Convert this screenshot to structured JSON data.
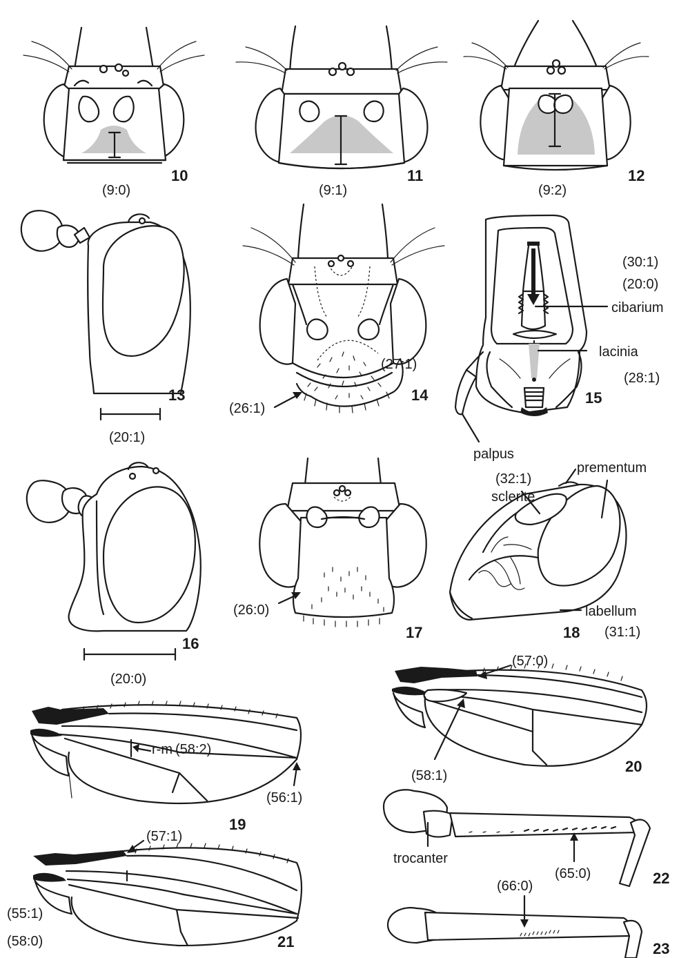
{
  "figure_numbers": [
    "10",
    "11",
    "12",
    "13",
    "14",
    "15",
    "16",
    "17",
    "18",
    "19",
    "20",
    "21",
    "22",
    "23"
  ],
  "character_codes": {
    "fig10": "(9:0)",
    "fig11": "(9:1)",
    "fig12": "(9:2)",
    "fig13": "(20:1)",
    "fig14_a": "(27:1)",
    "fig14_b": "(26:1)",
    "fig15_a": "(30:1)",
    "fig15_b": "(20:0)",
    "fig15_c": "(28:1)",
    "fig16": "(20:0)",
    "fig17": "(26:0)",
    "fig18_a": "(32:1)",
    "fig18_b": "(31:1)",
    "fig19_a": "(58:2)",
    "fig19_b": "(56:1)",
    "fig20_a": "(57:0)",
    "fig20_b": "(58:1)",
    "fig21_a": "(57:1)",
    "fig21_b": "(55:1)",
    "fig21_c": "(58:0)",
    "fig22": "(65:0)",
    "fig23": "(66:0)"
  },
  "structure_labels": {
    "cibarium": "cibarium",
    "lacinia": "lacinia",
    "palpus": "palpus",
    "prementum": "prementum",
    "sclerite": "sclerite",
    "labellum": "labellum",
    "rm": "r-m",
    "trocanter": "trocanter"
  }
}
